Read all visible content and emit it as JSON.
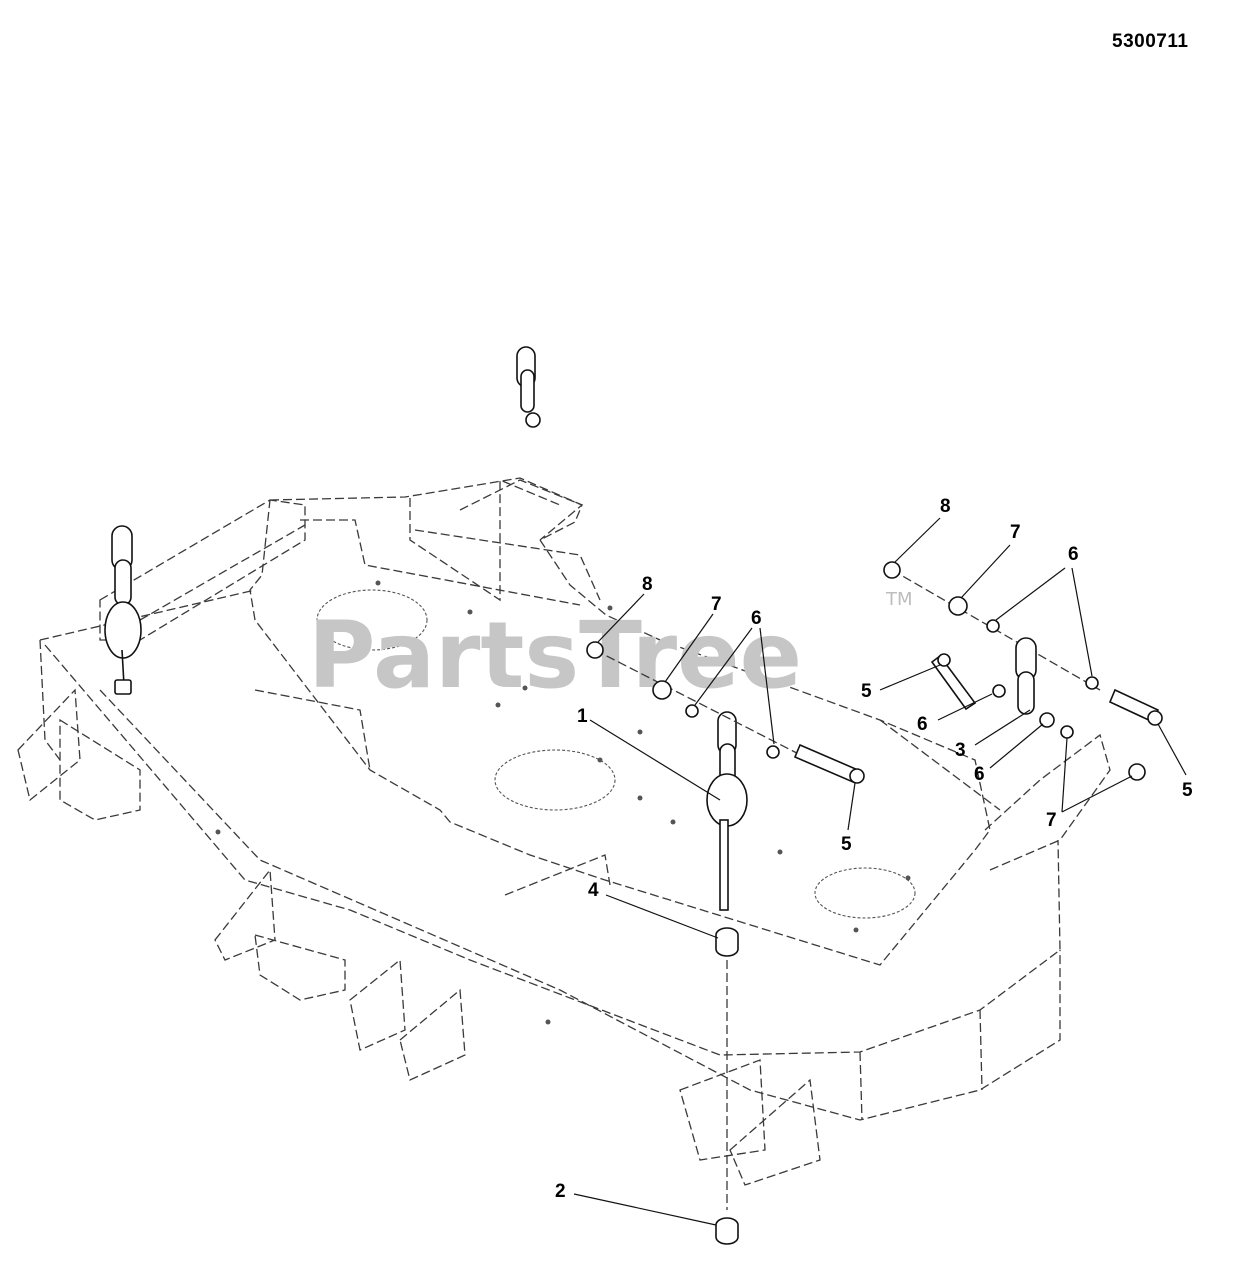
{
  "header": {
    "part_number": "5300711"
  },
  "watermark": {
    "text": "PartsTree",
    "trademark": "TM"
  },
  "callouts": {
    "c8a": "8",
    "c7a": "7",
    "c6a": "6",
    "c8b": "8",
    "c7b": "7",
    "c6b": "6",
    "c1": "1",
    "c5a": "5",
    "c4": "4",
    "c5b": "5",
    "c6c": "6",
    "c3": "3",
    "c6d": "6",
    "c5c": "5",
    "c7c": "7",
    "c2": "2"
  }
}
